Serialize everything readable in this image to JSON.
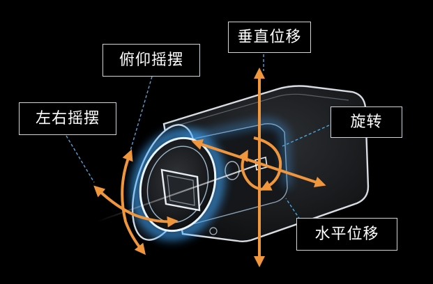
{
  "labels": {
    "vertical_shift": "垂直位移",
    "tilt": "俯仰摇摆",
    "yaw": "左右摇摆",
    "roll": "旋转",
    "horizontal_shift": "水平位移"
  },
  "colors": {
    "background": "#000000",
    "arrow": "#f0963c",
    "glow": "#3fa9ff",
    "outline": "#d7dde3",
    "leader": "#4da6df"
  }
}
